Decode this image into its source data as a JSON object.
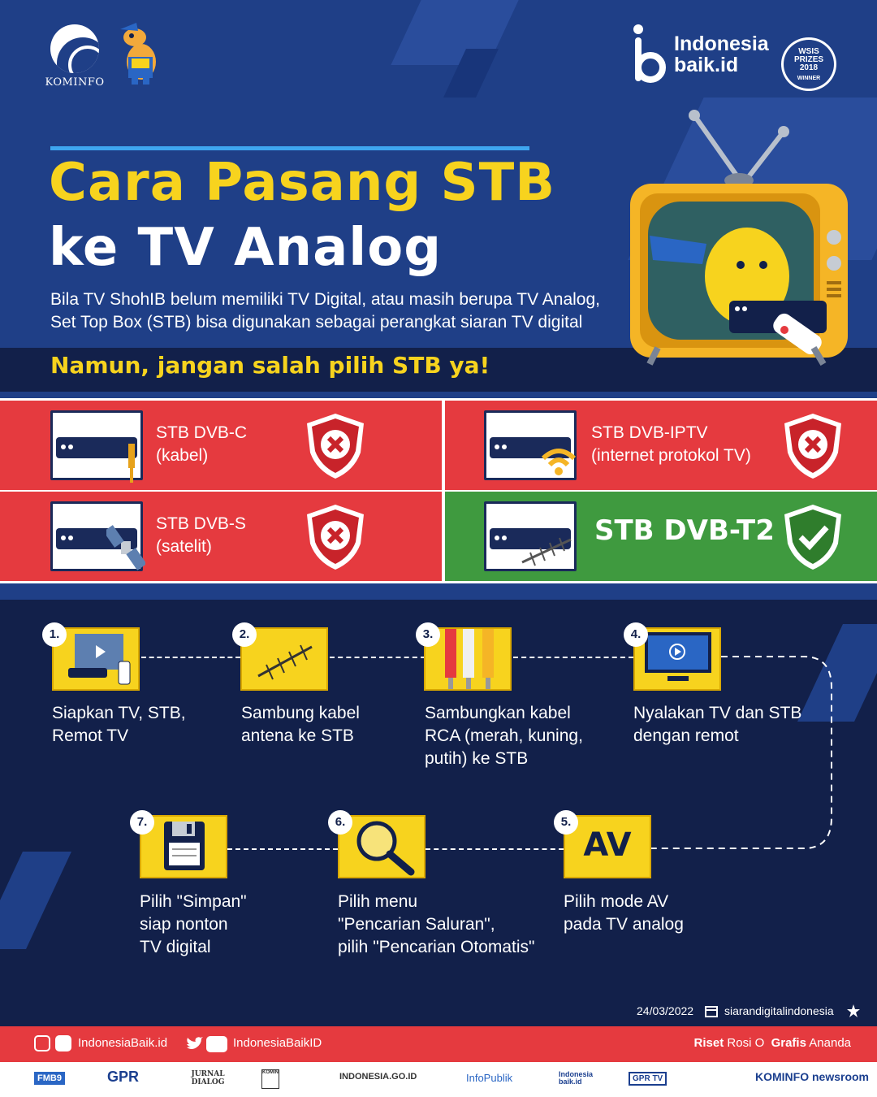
{
  "header": {
    "kominfo_logo_text": "KOMINFO",
    "indonesia_baik_line1": "Indonesia",
    "indonesia_baik_line2": "baik.id",
    "wsis_line1": "WSIS",
    "wsis_line2": "PRIZES",
    "wsis_line3": "2018",
    "wsis_line4": "WINNER"
  },
  "title": {
    "line1": "Cara Pasang STB",
    "line2": "ke TV Analog"
  },
  "intro": {
    "line1": "Bila TV ShohIB belum memiliki TV Digital, atau masih berupa TV Analog,",
    "line2": "Set Top Box (STB) bisa digunakan sebagai perangkat siaran TV digital"
  },
  "warning": "Namun, jangan salah pilih STB ya!",
  "stb_options": [
    {
      "line1": "STB DVB-C",
      "line2": "(kabel)",
      "status": "wrong"
    },
    {
      "line1": "STB DVB-IPTV",
      "line2": "(internet protokol TV)",
      "status": "wrong"
    },
    {
      "line1": "STB DVB-S",
      "line2": "(satelit)",
      "status": "wrong"
    },
    {
      "line1": "STB DVB-T2",
      "line2": "",
      "status": "correct"
    }
  ],
  "steps": [
    {
      "num": "1.",
      "lines": [
        "Siapkan TV, STB,",
        "Remot TV"
      ]
    },
    {
      "num": "2.",
      "lines": [
        "Sambung kabel",
        "antena ke STB"
      ]
    },
    {
      "num": "3.",
      "lines": [
        "Sambungkan kabel",
        "RCA (merah, kuning,",
        "putih) ke STB"
      ]
    },
    {
      "num": "4.",
      "lines": [
        "Nyalakan TV dan STB",
        "dengan remot"
      ]
    },
    {
      "num": "5.",
      "lines": [
        "Pilih mode AV",
        "pada TV analog"
      ]
    },
    {
      "num": "6.",
      "lines": [
        "Pilih menu",
        "\"Pencarian Saluran\",",
        "pilih \"Pencarian Otomatis\""
      ]
    },
    {
      "num": "7.",
      "lines": [
        "Pilih \"Simpan\"",
        "siap nonton",
        "TV digital"
      ]
    }
  ],
  "av_label": "AV",
  "footer": {
    "date": "24/03/2022",
    "site": "siarandigitalindonesia"
  },
  "social": {
    "handle1": "IndonesiaBaik.id",
    "handle2": "IndonesiaBaikID",
    "riset_label": "Riset",
    "riset_name": "Rosi O",
    "grafis_label": "Grafis",
    "grafis_name": "Ananda"
  },
  "partners": [
    "FMB9",
    "GPR",
    "JURNAL DIALOG",
    "KOMINFO",
    "INDONESIA.GO.ID",
    "InfoPublik",
    "Indonesia baik.id",
    "GPR TV",
    "KOMINFO newsroom"
  ],
  "colors": {
    "navy": "#12204a",
    "blue": "#1f3f87",
    "yellow": "#f7d31e",
    "red": "#e53a3f",
    "green": "#3f9a3f"
  }
}
